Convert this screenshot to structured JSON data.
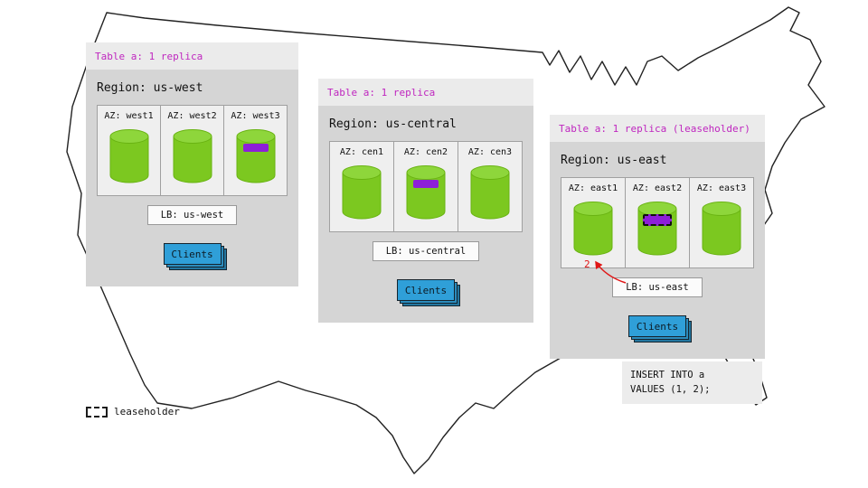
{
  "legend": {
    "label": "leaseholder"
  },
  "query_box": {
    "line1": "INSERT INTO a",
    "line2": "VALUES (1, 2);"
  },
  "annotation": {
    "arrow_label": "2"
  },
  "colors": {
    "table_header_text": "#bf26bf",
    "cylinder_green": "#7cc820",
    "replica_purple": "#8d1fd8",
    "clients_blue": "#2f9fd8",
    "arrow_red": "#e01616",
    "panel_gray": "#d5d5d5",
    "strip_gray": "#ebebeb"
  },
  "regions": [
    {
      "table_label": "Table a: 1 replica",
      "region_label": "Region: us-west",
      "lb_label": "LB: us-west",
      "clients_label": "Clients",
      "azs": [
        {
          "label": "AZ: west1",
          "replica": false,
          "leaseholder": false
        },
        {
          "label": "AZ: west2",
          "replica": false,
          "leaseholder": false
        },
        {
          "label": "AZ: west3",
          "replica": true,
          "leaseholder": false
        }
      ]
    },
    {
      "table_label": "Table a: 1 replica",
      "region_label": "Region: us-central",
      "lb_label": "LB: us-central",
      "clients_label": "Clients",
      "azs": [
        {
          "label": "AZ: cen1",
          "replica": false,
          "leaseholder": false
        },
        {
          "label": "AZ: cen2",
          "replica": true,
          "leaseholder": false
        },
        {
          "label": "AZ: cen3",
          "replica": false,
          "leaseholder": false
        }
      ]
    },
    {
      "table_label": "Table a: 1 replica (leaseholder)",
      "region_label": "Region: us-east",
      "lb_label": "LB: us-east",
      "clients_label": "Clients",
      "azs": [
        {
          "label": "AZ: east1",
          "replica": false,
          "leaseholder": false
        },
        {
          "label": "AZ: east2",
          "replica": true,
          "leaseholder": true
        },
        {
          "label": "AZ: east3",
          "replica": false,
          "leaseholder": false
        }
      ]
    }
  ]
}
